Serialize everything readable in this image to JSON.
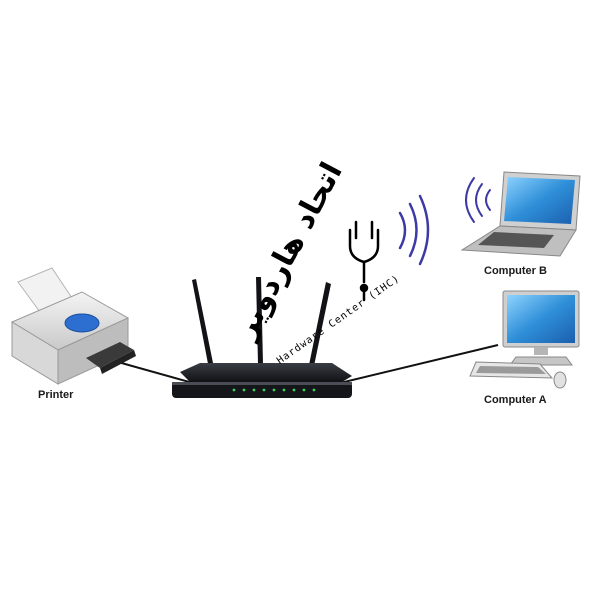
{
  "labels": {
    "printer": "Printer",
    "computer_b": "Computer B",
    "computer_a": "Computer A"
  },
  "watermark": {
    "script_text": "اتحاد هاردوير",
    "latin_text": "Hardware Center (IHC)"
  },
  "colors": {
    "cable": "#111111",
    "wifi_wave": "#3d3aa6",
    "router_body": "#1b1d22",
    "router_led": "#3bd05a",
    "screen_blue": "#2f8fd8",
    "printer_blue": "#2d6fd1",
    "watermark": "#000000"
  },
  "icons": {
    "wireless_waves": "wifi-waves-icon",
    "router": "router-icon",
    "printer": "printer-icon",
    "laptop": "laptop-icon",
    "desktop": "desktop-computer-icon",
    "watermark_logo": "wrench-plug-logo-icon"
  }
}
